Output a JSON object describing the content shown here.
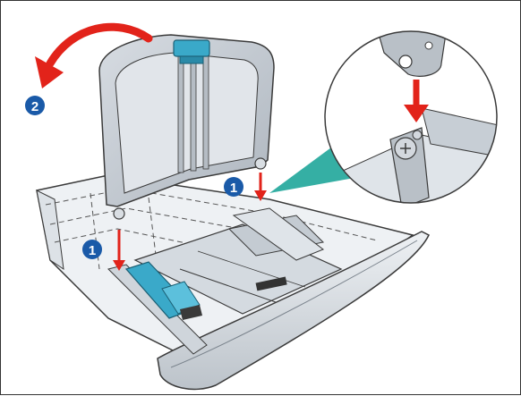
{
  "diagram": {
    "colors": {
      "tray_fill": "#e9ecef",
      "tray_edge": "#3a3a3a",
      "cover_fill": "#c9cfd6",
      "guide_blue": "#3aa9c9",
      "arrow_red": "#e2231a",
      "badge_blue": "#1a5aa8",
      "callout_teal": "#1fa69a"
    },
    "steps": [
      {
        "number": "1",
        "name": "insert-hinge-left"
      },
      {
        "number": "1",
        "name": "insert-hinge-right"
      },
      {
        "number": "2",
        "name": "rotate-cover"
      }
    ]
  }
}
